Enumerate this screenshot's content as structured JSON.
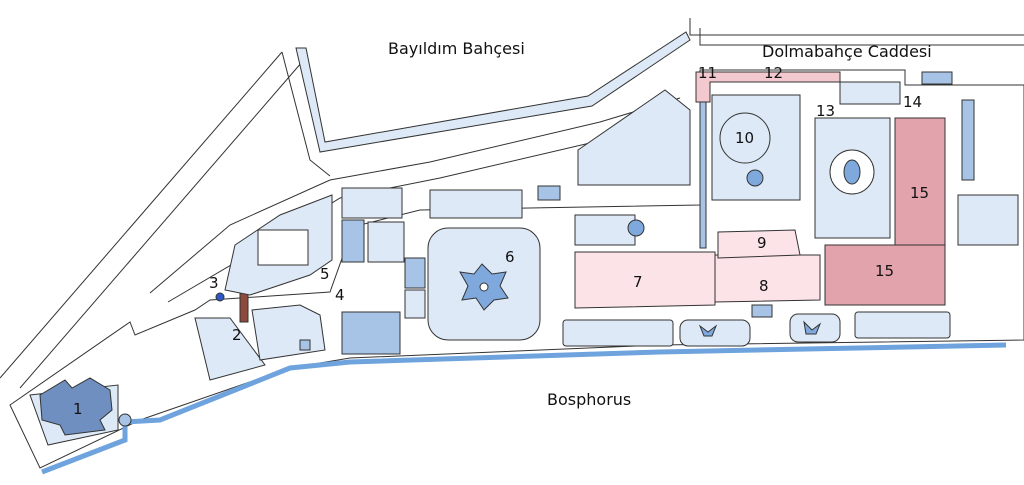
{
  "places": {
    "garden": "Bayıldım Bahçesi",
    "street": "Dolmabahçe Caddesi",
    "water": "Bosphorus"
  },
  "markers": [
    "1",
    "2",
    "3",
    "4",
    "5",
    "6",
    "7",
    "8",
    "9",
    "10",
    "11",
    "12",
    "13",
    "14",
    "15",
    "15"
  ],
  "colors": {
    "water": "#6ea3dd",
    "light_building": "#dde9f6",
    "medium_building": "#a7c4e6",
    "dark_building": "#6e8fc0",
    "harem": "#e3a3ad",
    "selamlik": "#fbe3e8",
    "outline": "#333333"
  }
}
